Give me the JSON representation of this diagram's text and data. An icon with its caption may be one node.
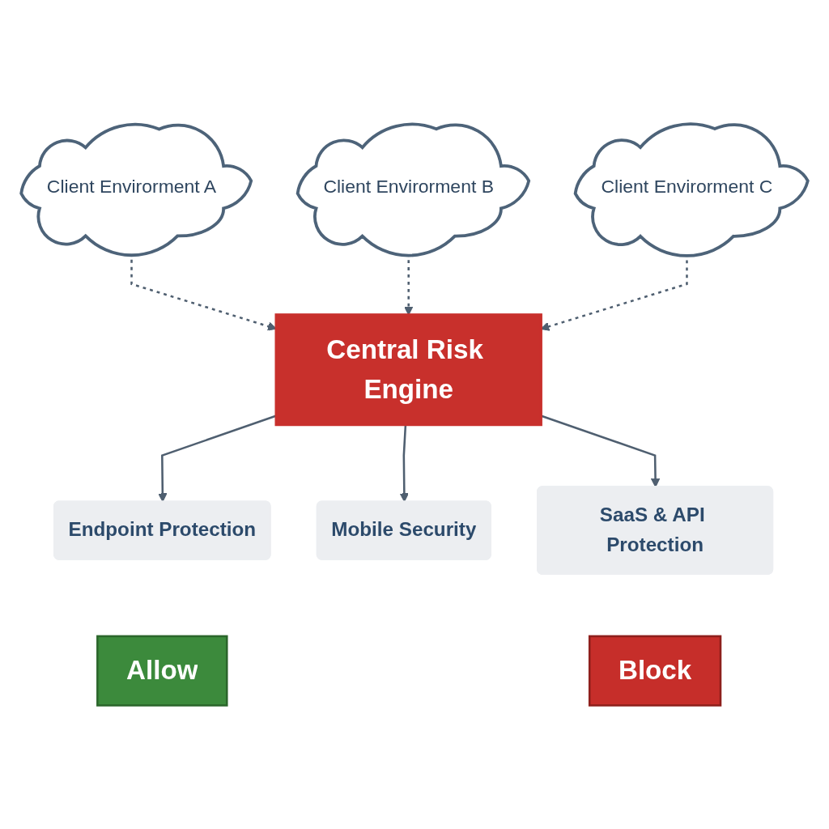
{
  "diagram": {
    "nodes": [
      {
        "text": [
          "Client Envirorment A"
        ]
      },
      {
        "text": [
          "Client Envirorment B"
        ]
      },
      {
        "text": [
          "Client Envirorment C"
        ]
      },
      {
        "text": [
          "Central Risk Engine"
        ]
      },
      {
        "text": [
          "Endpoint Protection"
        ]
      },
      {
        "text": [
          "Mobile Security"
        ]
      },
      {
        "text": [
          "SaaS & API Protection"
        ]
      },
      {
        "text": [
          "Allow"
        ]
      },
      {
        "text": [
          "Block"
        ]
      }
    ],
    "edges": [
      {
        "from": 0,
        "to": 3,
        "arrow": "to",
        "style": "dashed"
      },
      {
        "from": 1,
        "to": 3,
        "arrow": "to",
        "style": "dashed"
      },
      {
        "from": 2,
        "to": 3,
        "arrow": "to",
        "style": "dashed"
      },
      {
        "from": 3,
        "to": 4,
        "arrow": "to"
      },
      {
        "from": 3,
        "to": 5,
        "arrow": "to"
      },
      {
        "from": 3,
        "to": 6,
        "arrow": "to"
      }
    ]
  }
}
